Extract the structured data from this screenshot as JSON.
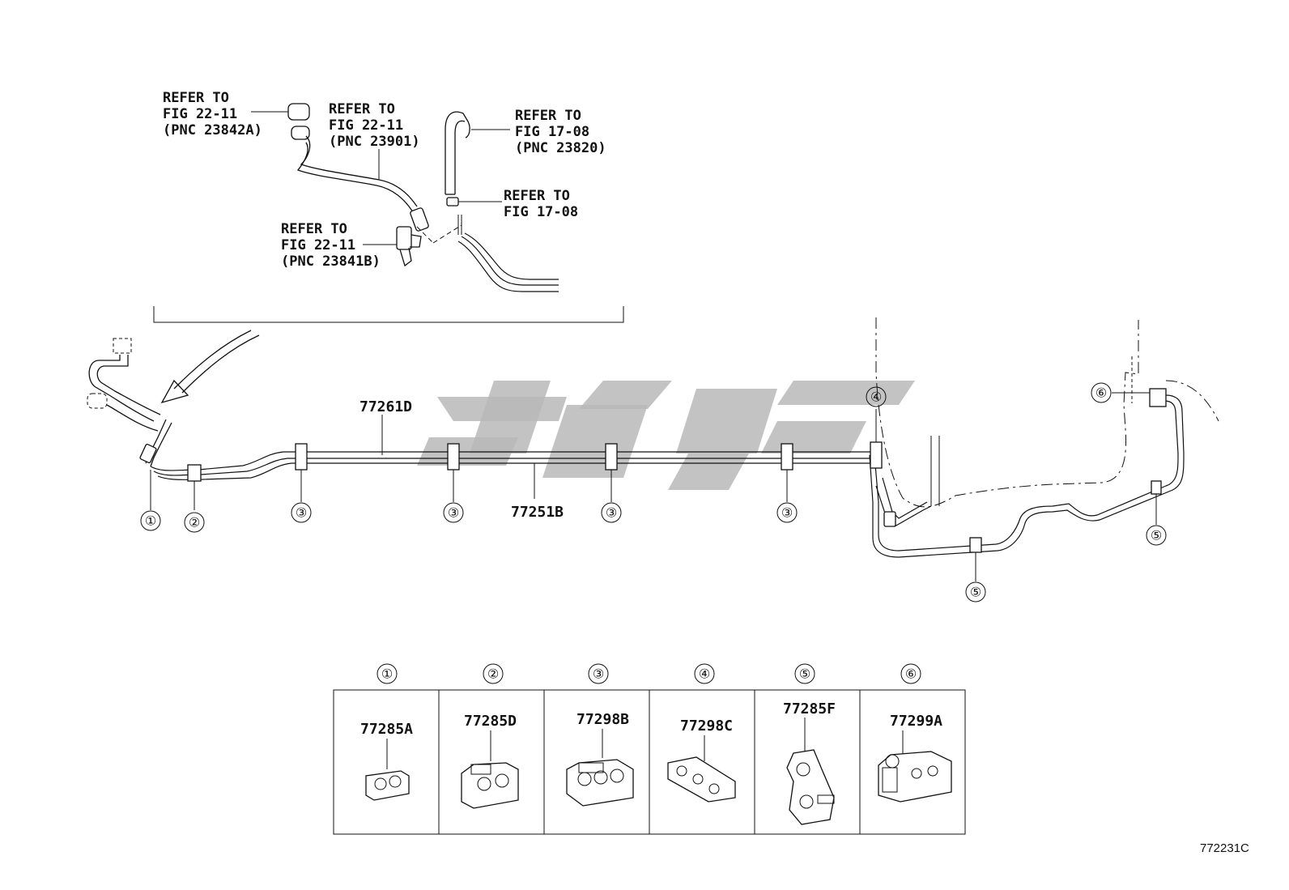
{
  "refs": [
    {
      "line1": "REFER TO",
      "line2": "FIG 22-11",
      "line3": "(PNC 23842A)"
    },
    {
      "line1": "REFER TO",
      "line2": "FIG 22-11",
      "line3": "(PNC 23901)"
    },
    {
      "line1": "REFER TO",
      "line2": "FIG 17-08",
      "line3": "(PNC 23820)"
    },
    {
      "line1": "REFER TO",
      "line2": "FIG 17-08"
    },
    {
      "line1": "REFER TO",
      "line2": "FIG 22-11",
      "line3": "(PNC 23841B)"
    }
  ],
  "tube_labels": {
    "upper": "77261D",
    "lower": "77251B"
  },
  "callouts": {
    "c1": "①",
    "c2": "②",
    "c3": "③",
    "c4": "④",
    "c5": "⑤",
    "c6": "⑥"
  },
  "legend": [
    {
      "number": "①",
      "part": "77285A"
    },
    {
      "number": "②",
      "part": "77285D"
    },
    {
      "number": "③",
      "part": "77298B"
    },
    {
      "number": "④",
      "part": "77298C"
    },
    {
      "number": "⑤",
      "part": "77285F"
    },
    {
      "number": "⑥",
      "part": "77299A"
    }
  ],
  "figure_code": "772231C",
  "colors": {
    "ink": "#111111",
    "watermark": "#b9b9b9",
    "background": "#ffffff"
  }
}
